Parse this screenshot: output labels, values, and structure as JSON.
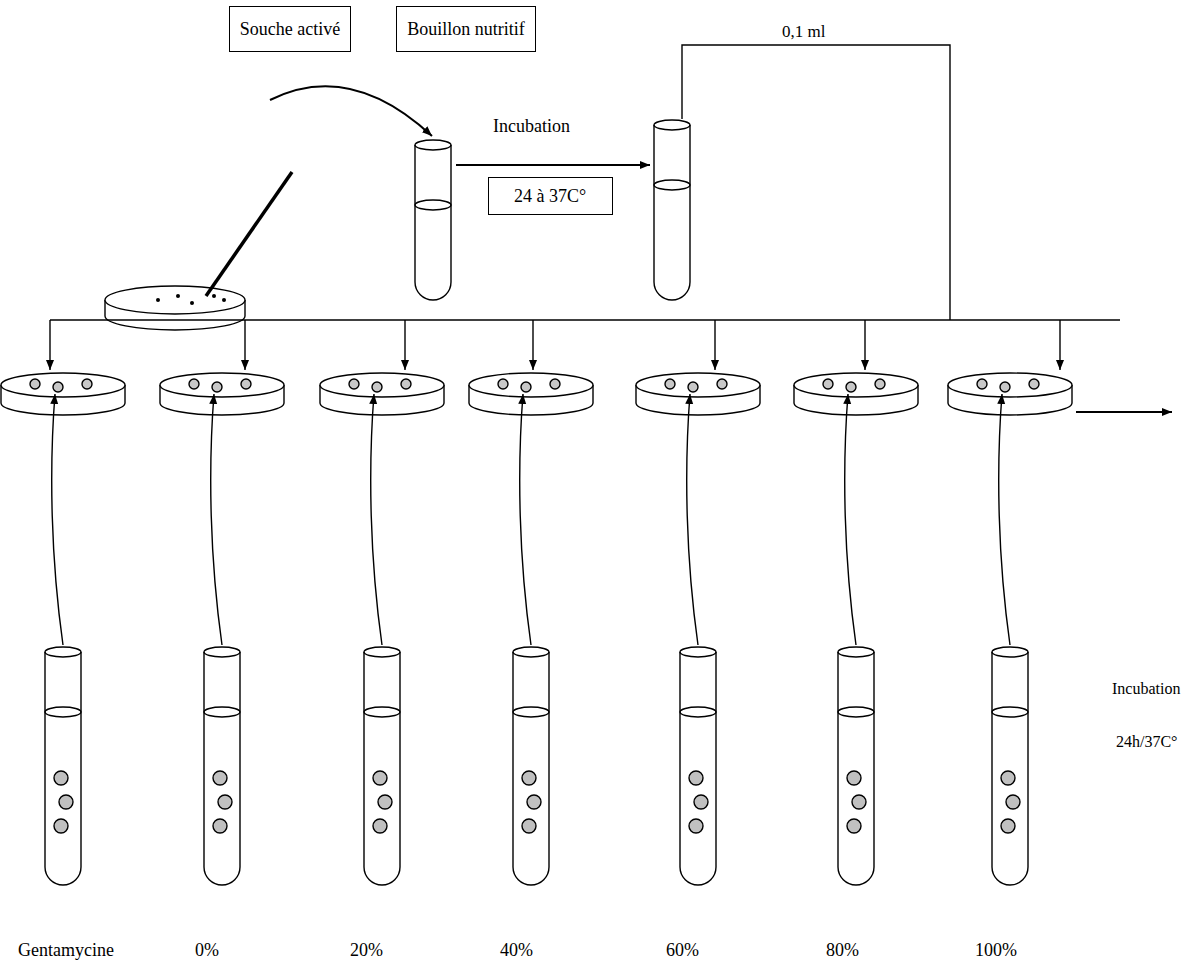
{
  "diagram": {
    "nodes": [
      {
        "text": [
          "Souche activé"
        ]
      },
      {
        "text": [
          "Bouillon nutritif"
        ]
      },
      {
        "text": [
          "24 à 37C°"
        ]
      }
    ],
    "labels": [
      "Incubation",
      "0,1 ml",
      "Gentamycine",
      "0%",
      "20%",
      "40%",
      "60%",
      "80%",
      "100%",
      "Incubation",
      "24h/37C°"
    ]
  }
}
